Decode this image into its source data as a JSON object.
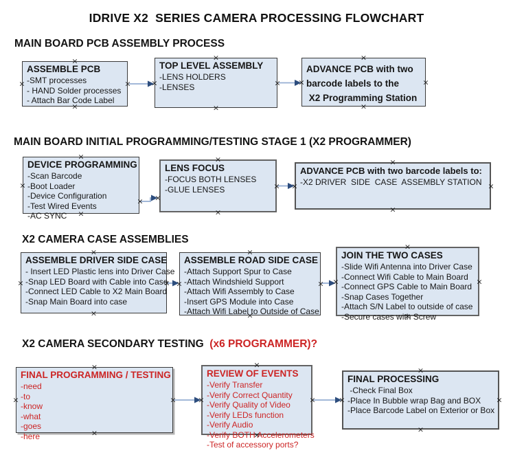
{
  "title": "IDRIVE X2  SERIES CAMERA PROCESSING FLOWCHART",
  "colors": {
    "box_fill": "#dce6f2",
    "box_border": "#3a3a3a",
    "arrow_line": "#95aed3",
    "arrow_head": "#2d4d7d",
    "accent_red": "#cc2424"
  },
  "sections": [
    {
      "header": "MAIN BOARD PCB ASSEMBLY PROCESS",
      "boxes": [
        {
          "title": "ASSEMBLE PCB",
          "lines": [
            "-SMT processes",
            "- HAND Solder processes",
            "- Attach Bar Code Label"
          ]
        },
        {
          "title": "TOP LEVEL ASSEMBLY",
          "lines": [
            "-LENS HOLDERS",
            "-LENSES"
          ]
        },
        {
          "title": "ADVANCE PCB with two",
          "lines": [
            "barcode labels to the",
            " X2 Programming Station"
          ]
        }
      ]
    },
    {
      "header": "MAIN BOARD INITIAL PROGRAMMING/TESTING STAGE 1 (X2 PROGRAMMER)",
      "boxes": [
        {
          "title": "DEVICE PROGRAMMING",
          "lines": [
            "-Scan Barcode",
            "-Boot Loader",
            "-Device Configuration",
            "-Test Wired Events",
            "-AC SYNC"
          ]
        },
        {
          "title": "LENS FOCUS",
          "lines": [
            "-FOCUS BOTH LENSES",
            "-GLUE LENSES"
          ]
        },
        {
          "title": "ADVANCE PCB with two barcode labels to:",
          "lines": [
            "-X2 DRIVER  SIDE  CASE  ASSEMBLY STATION"
          ]
        }
      ]
    },
    {
      "header": "X2 CAMERA CASE ASSEMBLIES",
      "boxes": [
        {
          "title": "ASSEMBLE DRIVER SIDE CASE",
          "lines": [
            "- Insert LED Plastic lens into Driver Case",
            "-Snap LED Board with Cable into Case",
            "-Connect LED Cable to X2 Main Board",
            "-Snap Main Board into case"
          ]
        },
        {
          "title": "ASSEMBLE ROAD SIDE CASE",
          "lines": [
            "-Attach Support Spur to Case",
            "-Attach Windshield Support",
            "-Attach Wifi Assembly to Case",
            "-Insert GPS Module into Case",
            "-Attach Wifi Label to Outside of Case"
          ]
        },
        {
          "title": "JOIN THE TWO CASES",
          "lines": [
            "-Slide Wifi Antenna into Driver Case",
            "-Connect Wifi Cable to Main Board",
            "-Connect GPS Cable to Main Board",
            "-Snap Cases Together",
            "-Attach S/N Label to outside of case",
            "-Secure cases with Screw"
          ]
        }
      ]
    },
    {
      "header": "X2 CAMERA SECONDARY TESTING ",
      "header_red": " (x6 PROGRAMMER)?",
      "boxes": [
        {
          "title": "FINAL PROGRAMMING / TESTING",
          "lines": [
            "-need",
            "-to",
            "-know",
            "-what",
            "-goes",
            "-here"
          ]
        },
        {
          "title": "REVIEW OF EVENTS",
          "lines": [
            "-Verify Transfer",
            "-Verify Correct Quantity",
            "-Verify Quality of Video",
            "-Verify LEDs function",
            "-Verify Audio",
            "-Verify BOTH Accelerometers",
            "-Test of accessory ports?"
          ]
        },
        {
          "title": "FINAL PROCESSING",
          "lines": [
            " -Check Final Box",
            "-Place In Bubble wrap Bag and BOX",
            "-Place Barcode Label on Exterior or Box"
          ]
        }
      ]
    }
  ]
}
